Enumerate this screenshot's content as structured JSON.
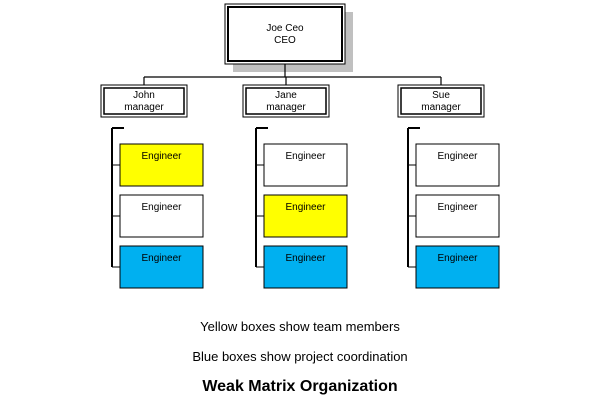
{
  "colors": {
    "team_member": "#ffff00",
    "project_coordination": "#00b0f0",
    "default": "#ffffff",
    "line": "#000000",
    "shadow": "#c0c0c0"
  },
  "ceo": {
    "name": "Joe Ceo",
    "title": "CEO"
  },
  "managers": [
    {
      "name": "John",
      "title": "manager",
      "engineers": [
        {
          "label": "Engineer",
          "role": "team_member"
        },
        {
          "label": "Engineer",
          "role": "default"
        },
        {
          "label": "Engineer",
          "role": "project_coordination"
        }
      ]
    },
    {
      "name": "Jane",
      "title": "manager",
      "engineers": [
        {
          "label": "Engineer",
          "role": "default"
        },
        {
          "label": "Engineer",
          "role": "team_member"
        },
        {
          "label": "Engineer",
          "role": "project_coordination"
        }
      ]
    },
    {
      "name": "Sue",
      "title": "manager",
      "engineers": [
        {
          "label": "Engineer",
          "role": "default"
        },
        {
          "label": "Engineer",
          "role": "default"
        },
        {
          "label": "Engineer",
          "role": "project_coordination"
        }
      ]
    }
  ],
  "notes": {
    "yellow": "Yellow boxes show team members",
    "blue": "Blue boxes show project coordination"
  },
  "title": "Weak Matrix Organization"
}
